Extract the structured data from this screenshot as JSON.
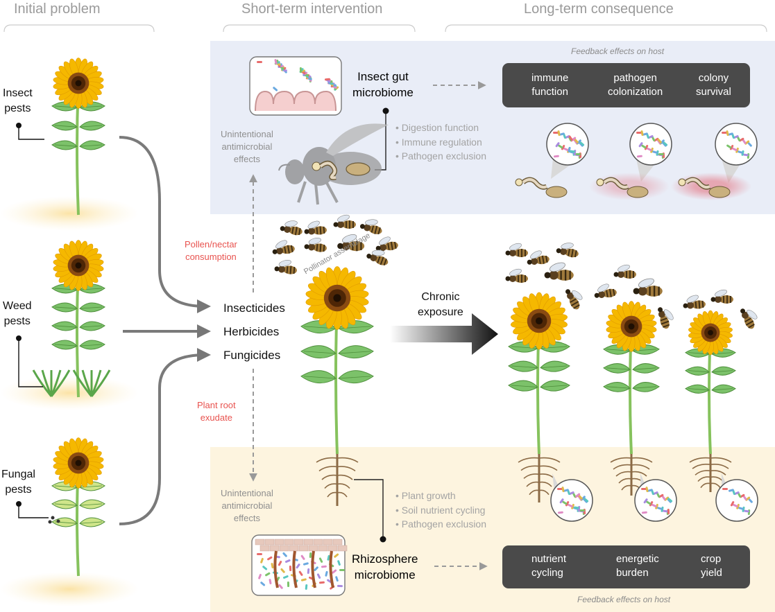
{
  "headers": {
    "initial": "Initial problem",
    "short": "Short-term intervention",
    "long": "Long-term consequence"
  },
  "pests": {
    "insect": "Insect\npests",
    "weed": "Weed\npests",
    "fungal": "Fungal\npests"
  },
  "chemicals": [
    "Insecticides",
    "Herbicides",
    "Fungicides"
  ],
  "routes": {
    "pollen": "Pollen/nectar\nconsumption",
    "root": "Plant root\nexudate",
    "unintended_top": "Unintentional\nantimicrobial\neffects",
    "unintended_bottom": "Unintentional\nantimicrobial\neffects"
  },
  "insect_gut": {
    "title": "Insect gut\nmicrobiome",
    "functions": [
      "Digestion function",
      "Immune regulation",
      "Pathogen exclusion"
    ],
    "feedback_label": "Feedback effects on host",
    "effects": [
      {
        "dir": "down",
        "text": "immune\nfunction"
      },
      {
        "dir": "up",
        "text": "pathogen\ncolonization"
      },
      {
        "dir": "down",
        "text": "colony\nsurvival"
      }
    ]
  },
  "rhizosphere": {
    "title": "Rhizosphere\nmicrobiome",
    "functions": [
      "Plant growth",
      "Soil nutrient cycling",
      "Pathogen exclusion"
    ],
    "feedback_label": "Feedback effects on host",
    "effects": [
      {
        "dir": "down",
        "text": "nutrient\ncycling"
      },
      {
        "dir": "up",
        "text": "energetic\nburden"
      },
      {
        "dir": "down",
        "text": "crop\nyield"
      }
    ]
  },
  "pollinator_label": "Pollinator assemblage",
  "chronic": "Chronic\nexposure",
  "colors": {
    "top_panel": "#e9edf7",
    "bottom_panel": "#fdf4df",
    "box": "#4a4a4a",
    "effect_arrow": "#f49a9a",
    "accent_red": "#e8534f",
    "petal": "#f5b800",
    "leaf": "#7cc26a",
    "stem": "#86c25d",
    "root": "#8b6a45",
    "bee_body": "#a07a3c"
  }
}
